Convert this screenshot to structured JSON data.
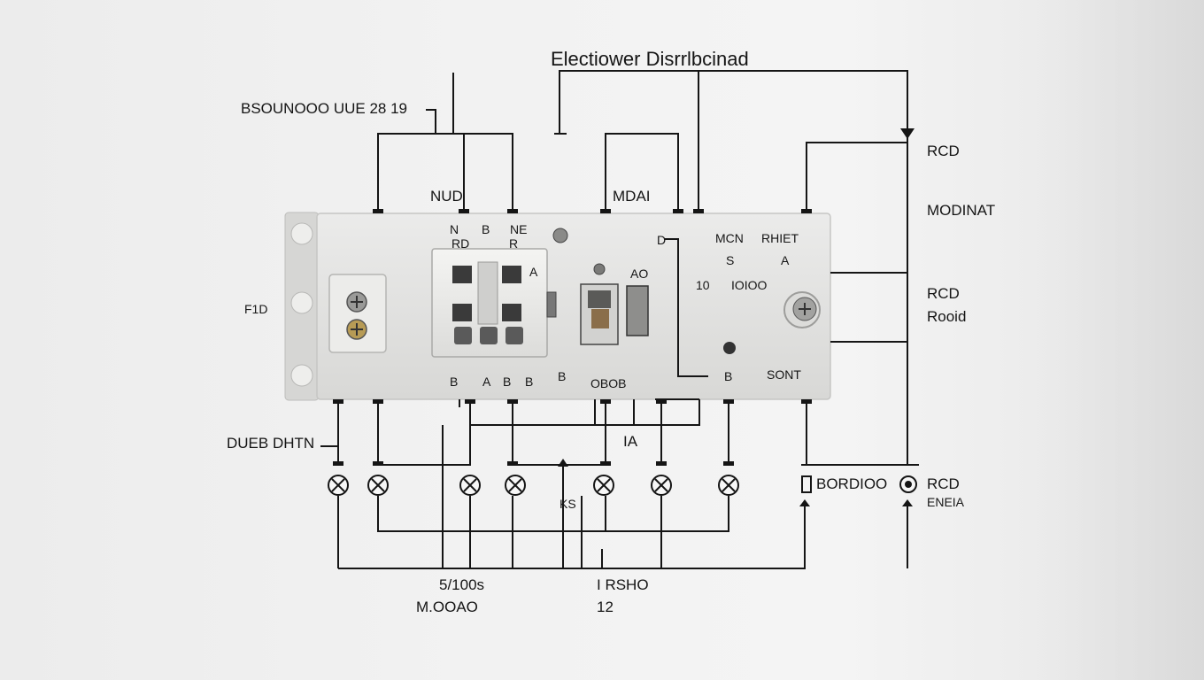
{
  "title": "Electiower Disrrlbcinad",
  "labels": {
    "top_left": "BSOUNOOO  UUE 28 19",
    "nud": "NUD",
    "mdai": "MDAI",
    "rcd_top": "RCD",
    "modinat": "MODINAT",
    "rcd_mid": "RCD",
    "roold": "Rooid",
    "left_mark": "F1D",
    "dueb": "DUEB  DHTN",
    "bordioo": "BORDIOO",
    "rcd_bottom": "RCD",
    "enela": "ENEIA",
    "ks": "KS",
    "ia": "IA",
    "bottom_a1": "5/100s",
    "bottom_a2": "M.OOAO",
    "bottom_b1": "I RSHO",
    "bottom_b2": "12"
  },
  "device": {
    "n": "N",
    "ne": "NE",
    "b": "B",
    "row2_a": "RD",
    "row2_b": "R",
    "a_right": "A",
    "ao": "AO",
    "d": "D",
    "mcn": "MCN",
    "rhiet": "RHIET",
    "s": "S",
    "a": "A",
    "ten": "10",
    "iooio": "IOIOO",
    "bottom_codes": [
      "B",
      "A",
      "B",
      "B",
      "B",
      "B"
    ],
    "obob": "OBOB",
    "sonit": "SONT"
  },
  "colors": {
    "wire": "#151515",
    "device_body": "#e3e3e1",
    "device_edge": "#c6c6c4",
    "background": "#f0f0f0"
  }
}
